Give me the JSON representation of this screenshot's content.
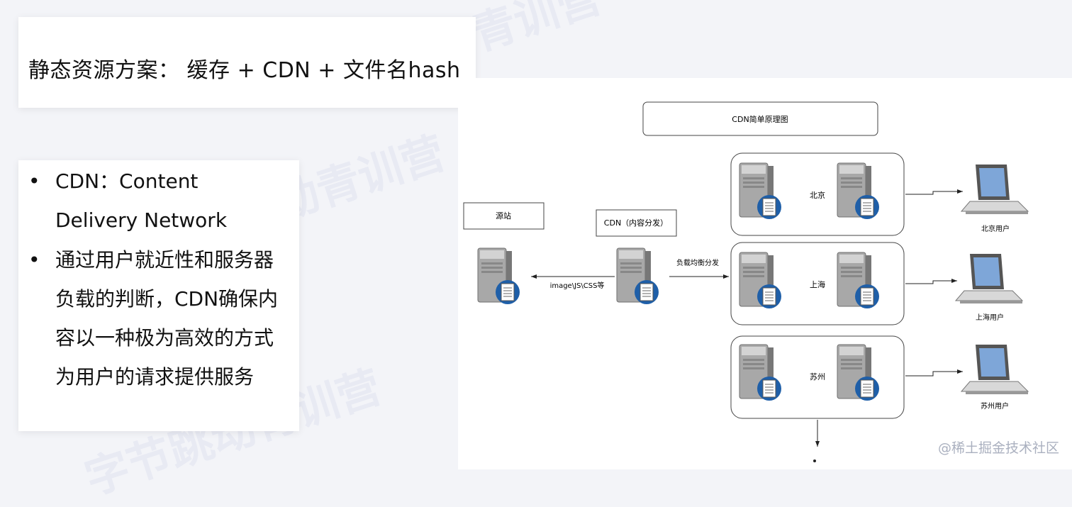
{
  "slide": {
    "title": "静态资源方案： 缓存 + CDN + 文件名hash",
    "bullets": [
      "CDN：Content Delivery Network",
      "通过用户就近性和服务器负载的判断，CDN确保内容以一种极为高效的方式为用户的请求提供服务"
    ],
    "bullet_symbol": "•",
    "background_watermark": "字节跳动青训营"
  },
  "diagram": {
    "title": "CDN简单原理图",
    "origin_label": "源站",
    "cdn_label": "CDN（内容分发）",
    "arrow_to_origin": "image\\JS\\CSS等",
    "load_balance": "负载均衡分发",
    "nodes": [
      {
        "city": "北京",
        "user": "北京用户"
      },
      {
        "city": "上海",
        "user": "上海用户"
      },
      {
        "city": "苏州",
        "user": "苏州用户"
      }
    ]
  },
  "footer": {
    "watermark": "@稀土掘金技术社区"
  },
  "colors": {
    "server_body": "#9a9a9a",
    "doc_badge": "#1f5fa8",
    "laptop_screen": "#7ea6d8"
  }
}
